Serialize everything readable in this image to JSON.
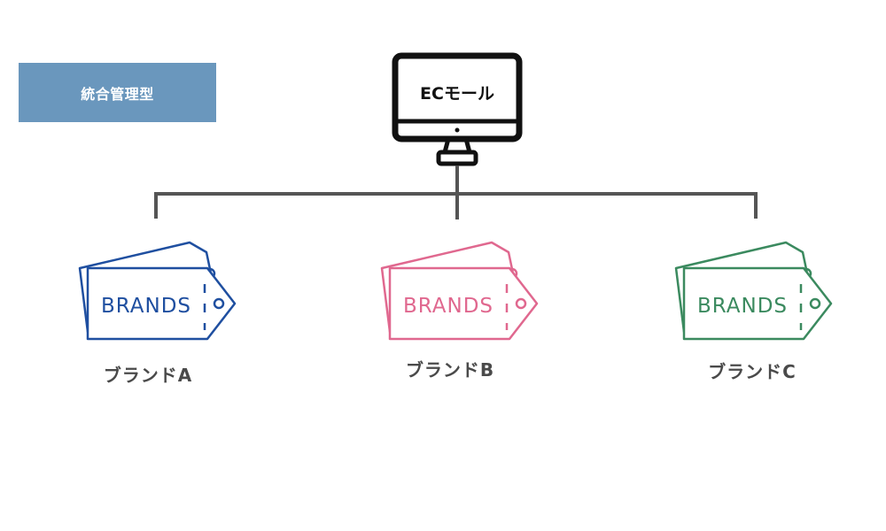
{
  "badge": {
    "label": "統合管理型"
  },
  "hub": {
    "label": "ECモール",
    "icon": "monitor-icon"
  },
  "brands": [
    {
      "tag_text": "BRANDS",
      "label": "ブランドA",
      "color": "#1f4fa0",
      "icon": "price-tag-icon"
    },
    {
      "tag_text": "BRANDS",
      "label": "ブランドB",
      "color": "#e0688f",
      "icon": "price-tag-icon"
    },
    {
      "tag_text": "BRANDS",
      "label": "ブランドC",
      "color": "#3b8a5f",
      "icon": "price-tag-icon"
    }
  ],
  "colors": {
    "badge_background": "#6a97bd",
    "connector": "#555555",
    "monitor": "#111111",
    "label_text": "#4a4a4a"
  }
}
